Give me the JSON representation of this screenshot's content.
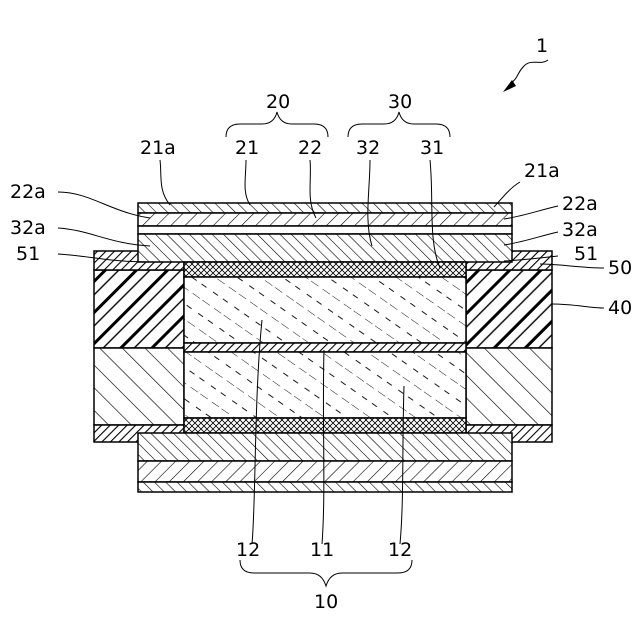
{
  "figure": {
    "ref_assembly": "1",
    "ref_electrode_group_top": "20",
    "ref_electrode_group_mid": "30",
    "ref_stack": "10",
    "labels": {
      "l21a_left": "21a",
      "l21a_right": "21a",
      "l21": "21",
      "l22": "22",
      "l32": "32",
      "l31": "31",
      "l22a_left": "22a",
      "l22a_right": "22a",
      "l32a_left": "32a",
      "l32a_right": "32a",
      "l51_left": "51",
      "l51_right": "51",
      "l50": "50",
      "l40": "40",
      "l12_left": "12",
      "l11": "11",
      "l12_right": "12"
    }
  }
}
